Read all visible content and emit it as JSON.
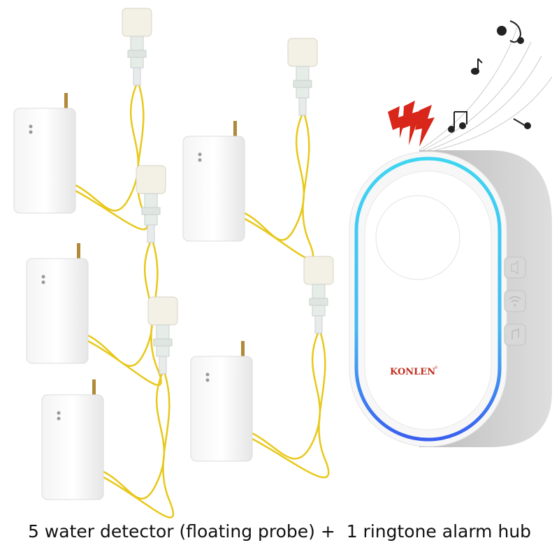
{
  "product": {
    "brand_label": "KONLEN",
    "brand_mark": "®",
    "caption": "5 water detector (floating probe) +  1 ringtone alarm hub",
    "detector_count": 5,
    "hub_buttons": [
      "volume-icon",
      "wifi-pair-icon",
      "music-note-icon"
    ]
  },
  "colors": {
    "wire": "#e8c81a",
    "ring_top": "#3fd6f2",
    "ring_bottom": "#3a5ff0",
    "lightning": "#d8261a",
    "hub_side": "#cfcfcf"
  }
}
